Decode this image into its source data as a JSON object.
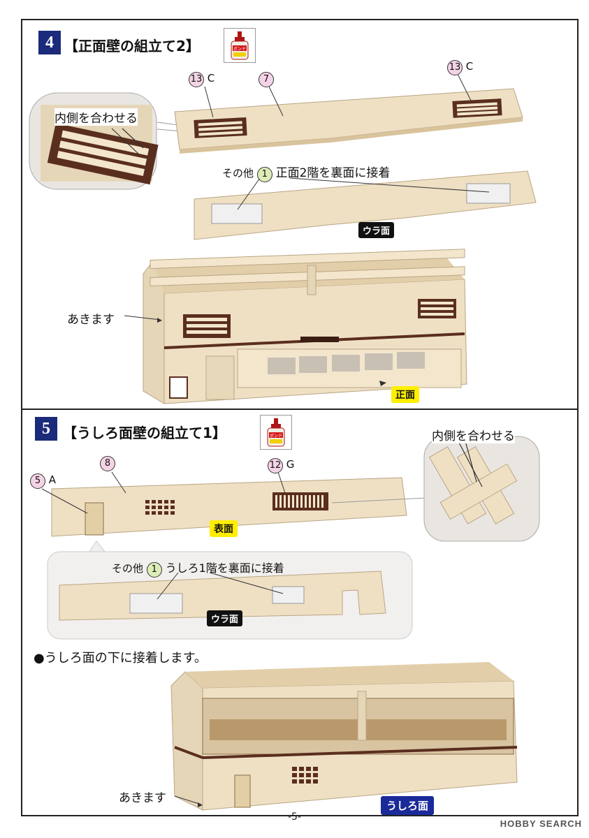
{
  "step4": {
    "number": "4",
    "title": "【正面壁の組立て2】",
    "bond_label": "ボンド",
    "zoom_label": "内側を合わせる",
    "part13": "13",
    "part13_suffix": "C",
    "part13b": "13",
    "part13b_suffix": "C",
    "part7": "7",
    "note_prefix": "その他",
    "note_part": "1",
    "note_text": "正面2階を裏面に接着",
    "back_tag": "ウラ面",
    "open_label": "あきます",
    "front_tag": "正面"
  },
  "step5": {
    "number": "5",
    "title": "【うしろ面壁の組立て1】",
    "bond_label": "ボンド",
    "zoom_label": "内側を合わせる",
    "part5": "5",
    "part5_suffix": "A",
    "part8": "8",
    "part12": "12",
    "part12_suffix": "G",
    "front_face_tag": "表面",
    "note_prefix": "その他",
    "note_part": "1",
    "note_text": "うしろ1階を裏面に接着",
    "back_tag": "ウラ面",
    "bullet_text": "●うしろ面の下に接着します。",
    "open_label": "あきます",
    "rear_tag": "うしろ面"
  },
  "footer": {
    "page": "-5-"
  },
  "watermark": "HOBBY SEARCH",
  "colors": {
    "step_blue": "#1b2a7a",
    "wood": "#efe0c4",
    "frame_brown": "#5a2e1e",
    "tag_yellow": "#ffee00"
  }
}
